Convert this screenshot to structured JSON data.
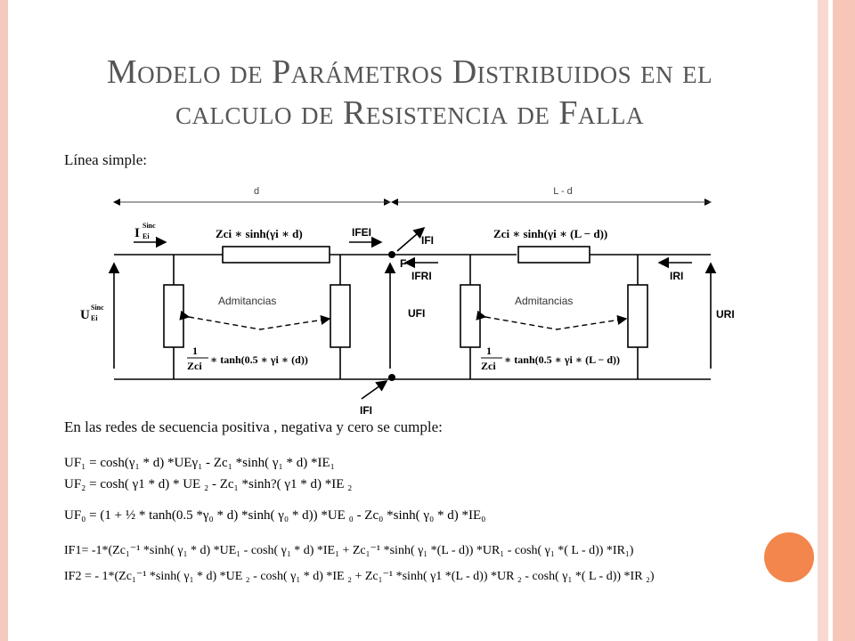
{
  "slide": {
    "title_line1": "Modelo de Parámetros Distribuidos en el",
    "title_line2": "calculo de Resistencia de Falla",
    "subtitle": "Línea simple:",
    "caption": "En las redes de secuencia positiva , negativa y cero se cumple:"
  },
  "diagram": {
    "dim_left": "d",
    "dim_right": "L - d",
    "source_current": "I",
    "source_current_sup": "Sinc",
    "source_current_sub": "Ei",
    "source_voltage": "U",
    "source_voltage_sup": "Sinc",
    "source_voltage_sub": "Ei",
    "series_left": "Zci ∗ sinh(γi ∗ d)",
    "series_right": "Zci ∗ sinh(γi ∗ (L − d))",
    "label_ifei": "IFEI",
    "label_ifi_top": "IFI",
    "label_f": "F",
    "label_ifri": "IFRI",
    "label_iri": "IRI",
    "label_ufi": "UFI",
    "label_uri": "URI",
    "label_ifi_bottom": "IFI",
    "admit_left": "Admitancias",
    "admit_right": "Admitancias",
    "frac_num": "1",
    "frac_den": "Zci",
    "shunt_left": "∗ tanh(0.5 ∗ γi ∗ (d))",
    "shunt_right": "∗ tanh(0.5 ∗ γi ∗ (L − d))"
  },
  "equations": [
    "UF₁ = cosh(γ₁ * d) *UEγ₁ - Zc₁ *sinh( γ₁ * d) *IE₁",
    "UF₂ = cosh( γ1 * d) * UE ₂ - Zc₁ *sinh?( γ1 * d) *IE ₂",
    "UF₀ = (1 + ½ * tanh(0.5 *γ₀ * d) *sinh( γ₀ * d)) *UE ₀ - Zc₀ *sinh( γ₀ * d) *IE₀",
    "IF1= -1*(Zc₁⁻¹ *sinh( γ₁ * d) *UE₁ - cosh( γ₁ * d) *IE₁ + Zc₁⁻¹ *sinh( γ₁ *(L - d)) *UR₁ - cosh( γ₁ *( L - d)) *IR₁)",
    "IF2 = - 1*(Zc₁⁻¹ *sinh( γ₁ * d) *UE ₂ - cosh( γ₁ * d) *IE ₂ + Zc₁⁻¹ *sinh( γ1 *(L - d)) *UR ₂ - cosh( γ₁ *( L - d)) *IR ₂)"
  ]
}
